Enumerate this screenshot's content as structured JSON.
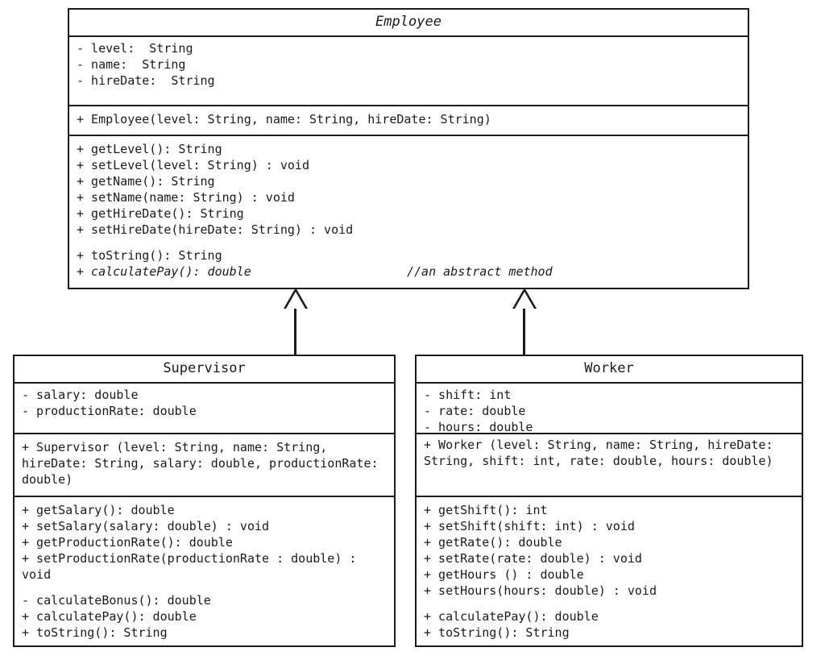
{
  "diagram": {
    "kind": "uml-class-diagram",
    "title": "Employee class hierarchy",
    "background_color": "#ffffff",
    "line_color": "#1a1a1a"
  },
  "classes": {
    "employee": {
      "name": "Employee",
      "is_abstract": true,
      "attributes": [
        "- level:  String",
        "- name:  String",
        "- hireDate:  String"
      ],
      "constructors": [
        "+ Employee(level: String, name: String, hireDate: String)"
      ],
      "methods": [
        "+ getLevel(): String",
        "+ setLevel(level: String) : void",
        "+ getName(): String",
        "+ setName(name: String) : void",
        "+ getHireDate(): String",
        "+ setHireDate(hireDate: String) : void"
      ],
      "methods_group2": [
        "+ toString(): String"
      ],
      "abstract_method": "+ calculatePay(): double",
      "abstract_method_note": "//an abstract method"
    },
    "supervisor": {
      "name": "Supervisor",
      "is_abstract": false,
      "attributes": [
        "- salary: double",
        "- productionRate: double"
      ],
      "constructors": [
        "+ Supervisor (level: String, name: String, hireDate: String, salary: double, productionRate: double)"
      ],
      "methods": [
        "+ getSalary(): double",
        "+ setSalary(salary: double) : void",
        "+ getProductionRate(): double",
        "+ setProductionRate(productionRate : double) : void"
      ],
      "methods_group2": [
        "- calculateBonus(): double",
        "+ calculatePay(): double",
        "+ toString(): String"
      ]
    },
    "worker": {
      "name": "Worker",
      "is_abstract": false,
      "attributes": [
        "- shift: int",
        "- rate: double",
        "- hours: double"
      ],
      "constructors": [
        "+ Worker (level: String, name: String, hireDate: String, shift: int, rate: double, hours: double)"
      ],
      "methods": [
        "+ getShift(): int",
        "+ setShift(shift: int) : void",
        "+ getRate(): double",
        "+ setRate(rate: double) : void",
        "+ getHours () : double",
        "+ setHours(hours: double) : void"
      ],
      "methods_group2": [
        "+ calculatePay(): double",
        "+ toString(): String"
      ]
    }
  },
  "relationships": [
    {
      "type": "generalization",
      "from": "Supervisor",
      "to": "Employee",
      "arrow": "hollow-triangle"
    },
    {
      "type": "generalization",
      "from": "Worker",
      "to": "Employee",
      "arrow": "hollow-triangle"
    }
  ]
}
